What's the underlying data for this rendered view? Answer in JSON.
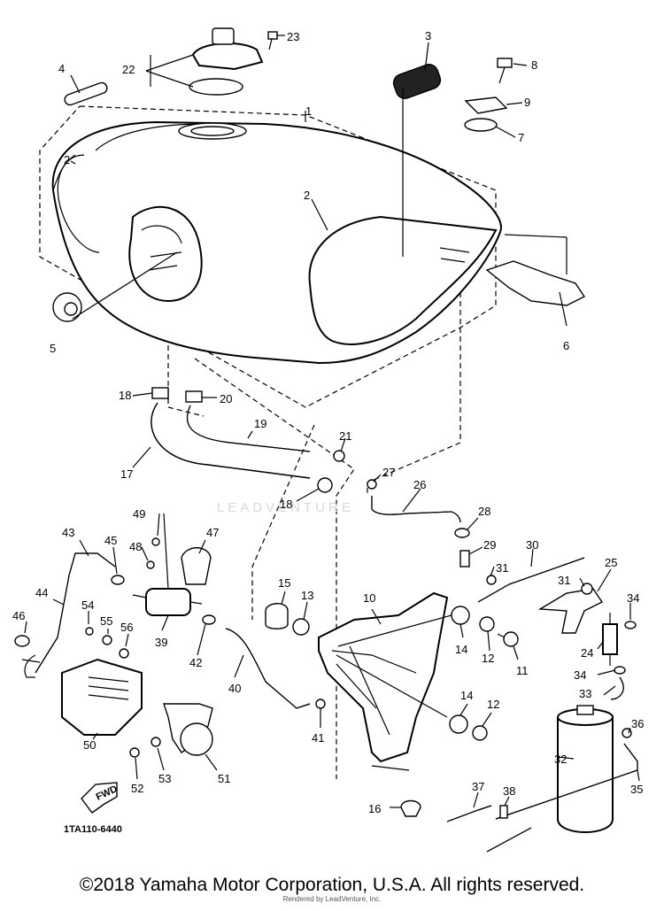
{
  "diagram": {
    "part_labels": [
      "1",
      "2",
      "3",
      "4",
      "5",
      "6",
      "7",
      "8",
      "9",
      "10",
      "11",
      "12",
      "13",
      "14",
      "15",
      "16",
      "17",
      "18",
      "19",
      "20",
      "21",
      "22",
      "23",
      "24",
      "25",
      "26",
      "27",
      "28",
      "29",
      "30",
      "31",
      "32",
      "33",
      "34",
      "35",
      "36",
      "37",
      "38",
      "39",
      "40",
      "41",
      "42",
      "43",
      "44",
      "45",
      "46",
      "47",
      "48",
      "49",
      "50",
      "51",
      "52",
      "53",
      "54",
      "55",
      "56"
    ],
    "diagram_code": "1TA110-6440",
    "direction_marker": "FWD",
    "watermark": "LEADVENTURE"
  },
  "footer": {
    "copyright": "©2018 Yamaha Motor Corporation, U.S.A. All rights reserved.",
    "rendered_by": "Rendered by LeadVenture, Inc."
  },
  "colors": {
    "line": "#000000",
    "background": "#ffffff",
    "watermark": "#d8d8d8"
  }
}
